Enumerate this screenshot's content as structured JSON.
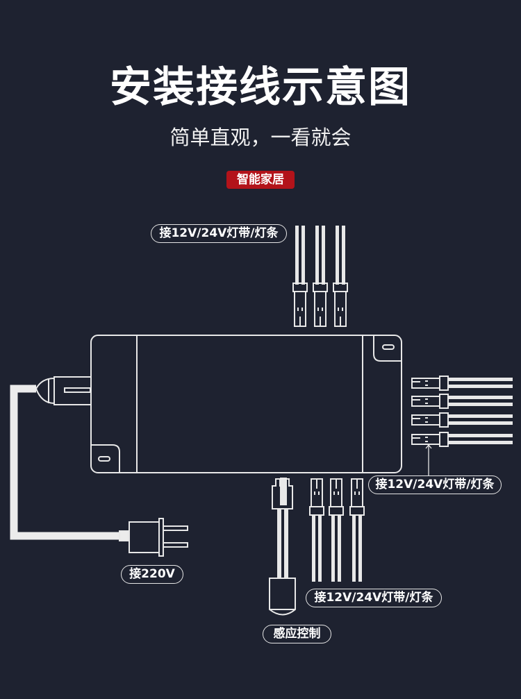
{
  "header": {
    "title": "安装接线示意图",
    "subtitle": "简单直观，一看就会",
    "badge": "智能家居"
  },
  "labels": {
    "top_strip": "接12V/24V灯带/灯条",
    "right_strip": "接12V/24V灯带/灯条",
    "bottom_strip": "接12V/24V灯带/灯条",
    "power": "接220V",
    "sensor": "感应控制"
  },
  "colors": {
    "background": "#1e2230",
    "line": "#e8e8e8",
    "badge": "#b3131a"
  }
}
